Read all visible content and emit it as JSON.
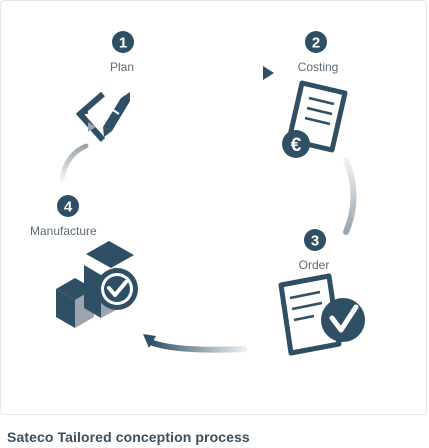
{
  "colors": {
    "accent": "#2f4f64",
    "light": "#9aa5ad",
    "panel_border": "#e6e8ea"
  },
  "steps": [
    {
      "number": "1",
      "label": "Plan",
      "icon": "compass-pencil-icon"
    },
    {
      "number": "2",
      "label": "Costing",
      "icon": "document-euro-icon"
    },
    {
      "number": "3",
      "label": "Order",
      "icon": "document-check-icon"
    },
    {
      "number": "4",
      "label": "Manufacture",
      "icon": "boxes-check-icon"
    }
  ],
  "caption": "Sateco Tailored conception process"
}
